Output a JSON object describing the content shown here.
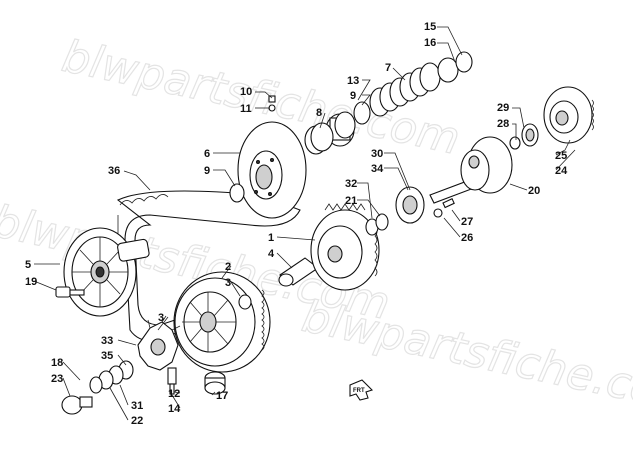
{
  "watermark": {
    "text_top": "blwpartsfiche.com",
    "text_mid": "blwpartsfiche.com",
    "text_left": "blwpartsfiche.com"
  },
  "callouts": [
    {
      "id": "15",
      "text": "15"
    },
    {
      "id": "16",
      "text": "16"
    },
    {
      "id": "7",
      "text": "7"
    },
    {
      "id": "13",
      "text": "13"
    },
    {
      "id": "9a",
      "text": "9"
    },
    {
      "id": "10",
      "text": "10"
    },
    {
      "id": "11",
      "text": "11"
    },
    {
      "id": "8",
      "text": "8"
    },
    {
      "id": "29",
      "text": "29"
    },
    {
      "id": "28",
      "text": "28"
    },
    {
      "id": "6",
      "text": "6"
    },
    {
      "id": "9b",
      "text": "9"
    },
    {
      "id": "30",
      "text": "30"
    },
    {
      "id": "34",
      "text": "34"
    },
    {
      "id": "25",
      "text": "25"
    },
    {
      "id": "24",
      "text": "24"
    },
    {
      "id": "36",
      "text": "36"
    },
    {
      "id": "32",
      "text": "32"
    },
    {
      "id": "21",
      "text": "21"
    },
    {
      "id": "20",
      "text": "20"
    },
    {
      "id": "27",
      "text": "27"
    },
    {
      "id": "26",
      "text": "26"
    },
    {
      "id": "1",
      "text": "1"
    },
    {
      "id": "4",
      "text": "4"
    },
    {
      "id": "5",
      "text": "5"
    },
    {
      "id": "19",
      "text": "19"
    },
    {
      "id": "2",
      "text": "2"
    },
    {
      "id": "3a",
      "text": "3"
    },
    {
      "id": "3b",
      "text": "3"
    },
    {
      "id": "33",
      "text": "33"
    },
    {
      "id": "35",
      "text": "35"
    },
    {
      "id": "18",
      "text": "18"
    },
    {
      "id": "23",
      "text": "23"
    },
    {
      "id": "12",
      "text": "12"
    },
    {
      "id": "14",
      "text": "14"
    },
    {
      "id": "17",
      "text": "17"
    },
    {
      "id": "31",
      "text": "31"
    },
    {
      "id": "22",
      "text": "22"
    }
  ],
  "direction_marker": {
    "text": "FRT"
  }
}
